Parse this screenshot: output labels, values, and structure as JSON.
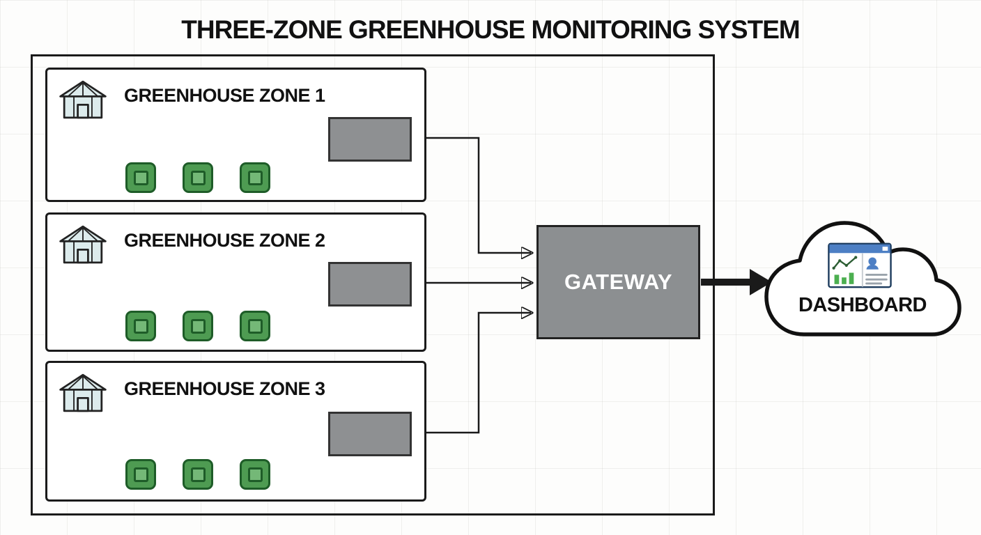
{
  "title": "THREE-ZONE GREENHOUSE MONITORING SYSTEM",
  "zones": [
    {
      "label": "GREENHOUSE ZONE 1",
      "sensor_count": 3
    },
    {
      "label": "GREENHOUSE ZONE 2",
      "sensor_count": 3
    },
    {
      "label": "GREENHOUSE ZONE 3",
      "sensor_count": 3
    }
  ],
  "gateway": {
    "label": "GATEWAY"
  },
  "dashboard": {
    "label": "DASHBOARD"
  },
  "icons": {
    "zone_icon": "greenhouse-icon",
    "cloud_icon": "dashboard-icon"
  },
  "colors": {
    "line": "#1a1a1a",
    "sensor_fill": "#4e9b52",
    "sensor_border": "#1e5c28",
    "sensor_inner": "#74b877",
    "node_fill": "#8e9092",
    "gateway_fill": "#8c8f91",
    "greenhouse_glass": "#dcebec",
    "dashboard_header": "#4d7fc4",
    "dashboard_accent_green": "#4caf50"
  }
}
